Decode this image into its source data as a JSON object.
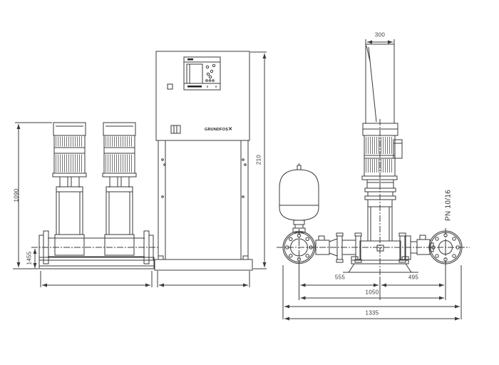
{
  "labels": {
    "brand": "GRUNDFOS",
    "brand_mark": "✕",
    "pressure_rating": "PN 10/16"
  },
  "dimensions": {
    "left_view": {
      "pump_height": "1090",
      "manifold_height": "1455"
    },
    "middle_view": {
      "cabinet_dim": "210"
    },
    "right_view": {
      "shroud_width": "300",
      "suction_span": "555",
      "discharge_span": "495",
      "port_distance": "1050",
      "overall_width": "1335"
    }
  }
}
